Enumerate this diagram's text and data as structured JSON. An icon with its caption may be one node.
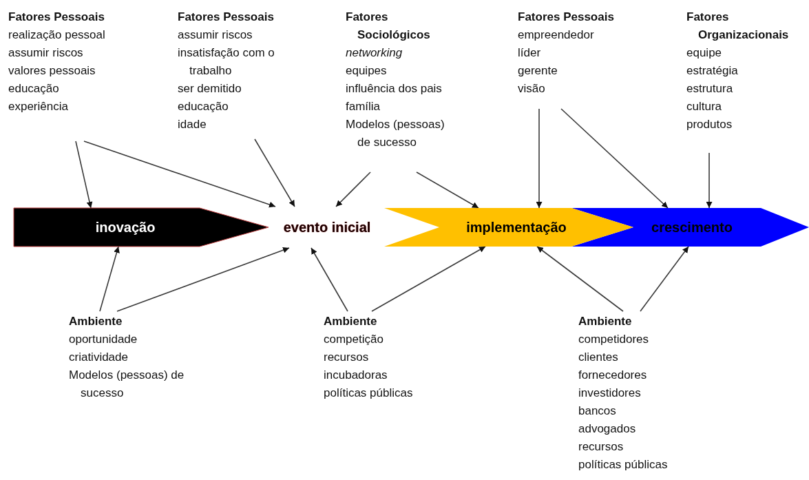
{
  "diagram": {
    "nodes": [
      {
        "text": [
          "inovação"
        ]
      },
      {
        "text": [
          "evento inicial"
        ]
      },
      {
        "text": [
          "implementação"
        ]
      },
      {
        "text": [
          "crescimento"
        ]
      },
      {
        "text": [
          "Fatores Pessoais",
          "realização pessoal",
          "assumir riscos",
          "valores pessoais",
          "educação",
          "experiência"
        ]
      },
      {
        "text": [
          "Fatores Pessoais",
          "assumir riscos",
          "insatisfação com o trabalho",
          "ser demitido",
          "educação",
          "idade"
        ]
      },
      {
        "text": [
          "Fatores Sociológicos",
          "*networking*",
          "equipes",
          "influência dos pais",
          "família",
          "Modelos (pessoas) de sucesso"
        ]
      },
      {
        "text": [
          "Fatores Pessoais",
          "empreendedor",
          "líder",
          "gerente",
          "visão"
        ]
      },
      {
        "text": [
          "Fatores Organizacionais",
          "equipe",
          "estratégia",
          "estrutura",
          "cultura",
          "produtos"
        ]
      },
      {
        "text": [
          "Ambiente",
          "oportunidade",
          "criatividade",
          "Modelos (pessoas) de sucesso"
        ]
      },
      {
        "text": [
          "Ambiente",
          "competição",
          "recursos",
          "incubadoras",
          "políticas públicas"
        ]
      },
      {
        "text": [
          "Ambiente",
          "competidores",
          "clientes",
          "fornecedores",
          "investidores",
          "bancos",
          "advogados",
          "recursos",
          "políticas públicas"
        ]
      }
    ],
    "edges": [
      {
        "from": 4,
        "to": 0,
        "arrow": "to"
      },
      {
        "from": 4,
        "to": 1,
        "arrow": "to"
      },
      {
        "from": 5,
        "to": 1,
        "arrow": "to"
      },
      {
        "from": 6,
        "to": 1,
        "arrow": "to"
      },
      {
        "from": 6,
        "to": 2,
        "arrow": "to"
      },
      {
        "from": 7,
        "to": 2,
        "arrow": "to"
      },
      {
        "from": 7,
        "to": 3,
        "arrow": "to"
      },
      {
        "from": 8,
        "to": 3,
        "arrow": "to"
      },
      {
        "from": 9,
        "to": 0,
        "arrow": "to"
      },
      {
        "from": 9,
        "to": 1,
        "arrow": "to"
      },
      {
        "from": 10,
        "to": 1,
        "arrow": "to"
      },
      {
        "from": 10,
        "to": 2,
        "arrow": "to"
      },
      {
        "from": 11,
        "to": 2,
        "arrow": "to"
      },
      {
        "from": 11,
        "to": 3,
        "arrow": "to"
      }
    ]
  }
}
